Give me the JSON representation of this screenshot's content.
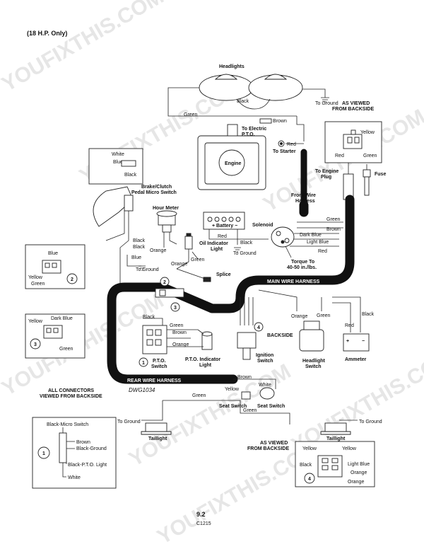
{
  "header": {
    "model_note": "(18 H.P. Only)"
  },
  "footer": {
    "page_number": "9.2",
    "figure_code": "C1215"
  },
  "watermark": {
    "text": "YOUFIXTHIS.COM"
  },
  "drawing_number": "DWG1034",
  "components": {
    "headlights": "Headlights",
    "electric_pto": "To Electric\nP.T.O.",
    "to_starter": "To Starter",
    "engine": "Engine",
    "front_wire_harness": "Front Wire\nHarness",
    "to_engine_plug": "To Engine\nPlug",
    "fuse": "Fuse",
    "brake_clutch_switch": "Brake/Clutch\nPedal Micro Switch",
    "hour_meter": "Hour Meter",
    "battery": "Battery",
    "solenoid": "Solenoid",
    "oil_indicator_light": "Oil Indicator\nLight",
    "torque": "Torque To\n40-50 in./lbs.",
    "splice": "Splice",
    "main_wire_harness": "MAIN WIRE HARNESS",
    "pto_switch": "P.T.O.\nSwitch",
    "pto_indicator_light": "P.T.O. Indicator\nLight",
    "ignition_switch": "Ignition\nSwitch",
    "backside": "BACKSIDE",
    "headlight_switch": "Headlight\nSwitch",
    "ammeter": "Ammeter",
    "rear_wire_harness": "REAR WIRE HARNESS",
    "seat_switch": "Seat Switch",
    "taillight": "Taillight",
    "as_viewed_from_backside": "AS VIEWED\nFROM BACKSIDE",
    "all_connectors_note": "ALL CONNECTORS\nVIEWED FROM BACKSIDE"
  },
  "wire_labels": {
    "black": "Black",
    "green": "Green",
    "brown": "Brown",
    "red": "Red",
    "orange": "Orange",
    "white": "White",
    "blue": "Blue",
    "yellow": "Yellow",
    "dark_blue": "Dark Blue",
    "light_blue": "Light Blue",
    "to_ground": "To Ground"
  },
  "connectors": {
    "c1": {
      "number": "1",
      "pins": [
        "Black-Micro Switch",
        "Brown",
        "Black-Ground",
        "Black-P.T.O. Light",
        "White"
      ]
    },
    "c2": {
      "number": "2",
      "pins": [
        "Blue",
        "Yellow",
        "Green"
      ]
    },
    "c3": {
      "number": "3",
      "pins": [
        "Yellow",
        "Dark Blue",
        "Green"
      ]
    },
    "c4": {
      "number": "4",
      "pins": [
        "Yellow",
        "Yellow",
        "Black",
        "Light Blue",
        "Orange",
        "Orange"
      ]
    },
    "pto_plug": {
      "pins": [
        "Yellow",
        "Red",
        "Green"
      ]
    },
    "brake_switch": {
      "pins": [
        "White",
        "Blue",
        "Black"
      ]
    }
  }
}
